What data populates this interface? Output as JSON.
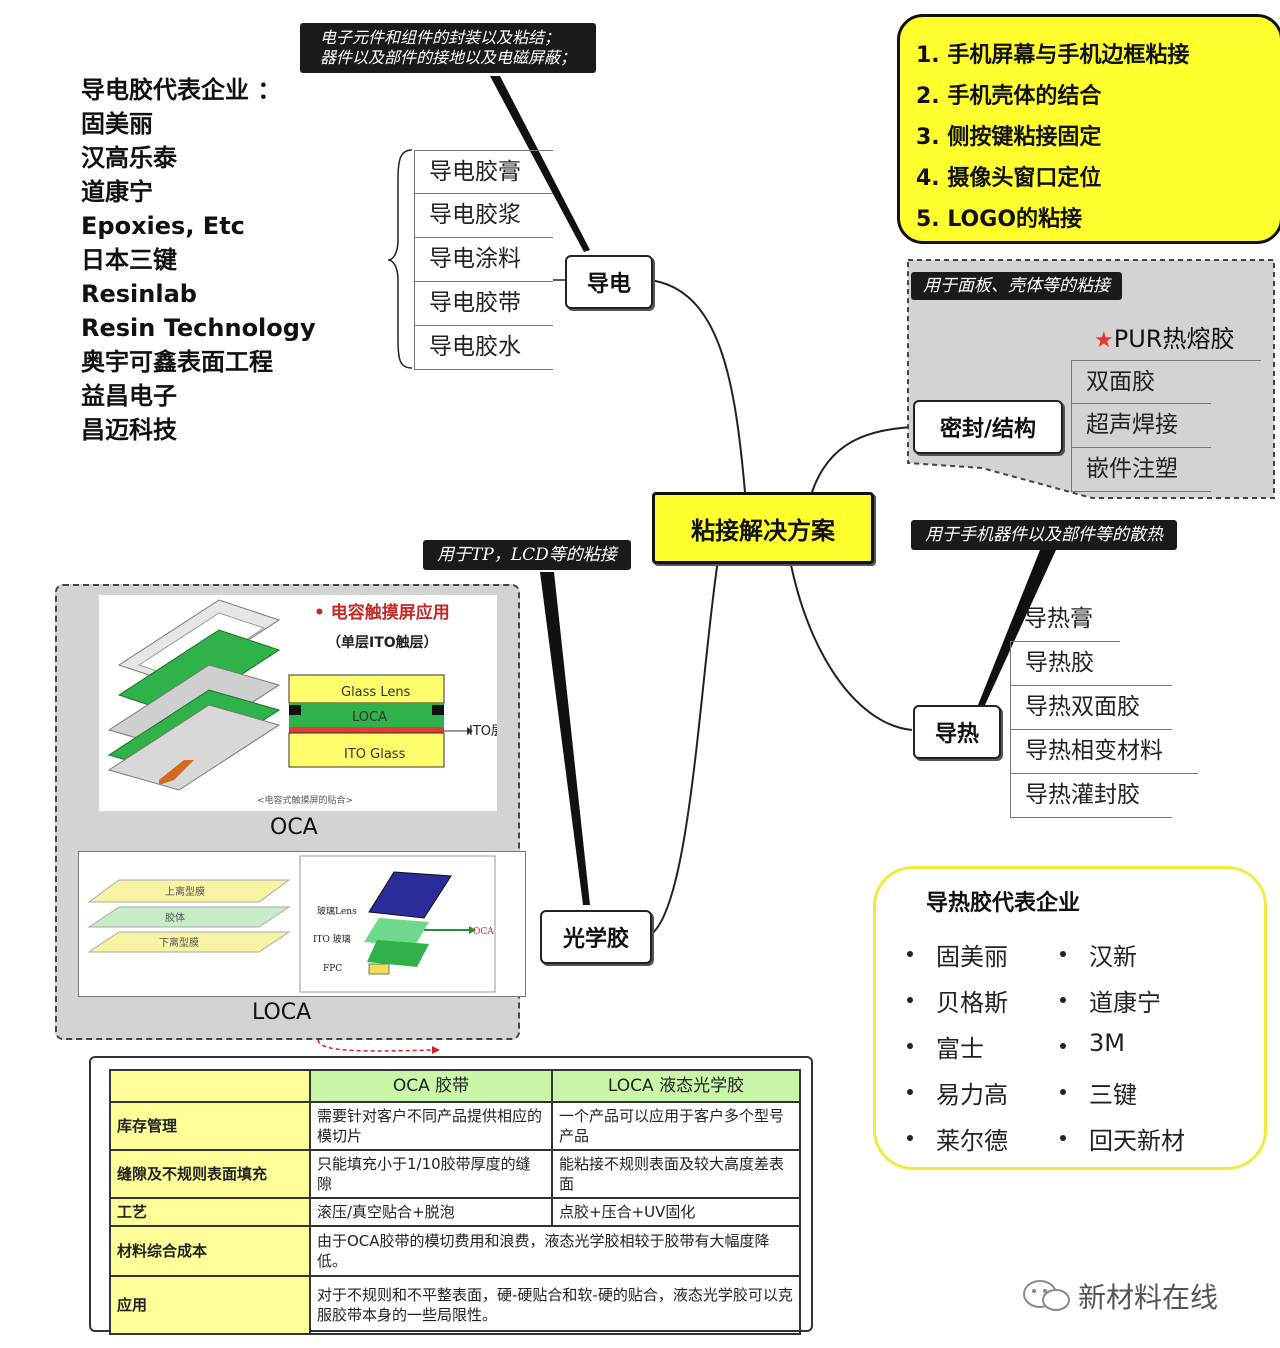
{
  "center": {
    "label": "粘接解决方案"
  },
  "conductive": {
    "label": "导电",
    "callout": [
      "电子元件和组件的封装以及粘结；",
      "器件以及部件的接地以及电磁屏蔽；"
    ],
    "items": [
      "导电胶膏",
      "导电胶浆",
      "导电涂料",
      "导电胶带",
      "导电胶水"
    ],
    "companies_title": "导电胶代表企业 ：",
    "companies": [
      "固美丽",
      "汉高乐泰",
      "道康宁",
      "Epoxies, Etc",
      "日本三键",
      "Resinlab",
      "Resin Technology",
      "奥宇可鑫表面工程",
      "益昌电子",
      "昌迈科技"
    ]
  },
  "seal": {
    "label": "密封/结构",
    "callout": "用于面板、壳体等的粘接",
    "items": [
      "PUR热熔胶",
      "双面胶",
      "超声焊接",
      "嵌件注塑"
    ],
    "applications": [
      "1. 手机屏幕与手机边框粘接",
      "2. 手机壳体的结合",
      "3. 侧按键粘接固定",
      "4. 摄像头窗口定位",
      "5. LOGO的粘接"
    ]
  },
  "thermal": {
    "label": "导热",
    "callout": "用于手机器件以及部件等的散热",
    "items": [
      "导热膏",
      "导热胶",
      "导热双面胶",
      "导热相变材料",
      "导热灌封胶"
    ],
    "companies_title": "导热胶代表企业",
    "companies_left": [
      "固美丽",
      "贝格斯",
      "富士",
      "易力高",
      "莱尔德"
    ],
    "companies_right": [
      "汉新",
      "道康宁",
      "3M",
      "三键",
      "回天新材"
    ]
  },
  "optical": {
    "label": "光学胶",
    "callout": "用于TP，LCD等的粘接",
    "oca_caption": "OCA",
    "loca_caption": "LOCA",
    "oca_figure": {
      "title": "• 电容触摸屏应用",
      "subtitle": "（单层ITO触层）",
      "layers": [
        "Glass Lens",
        "LOCA",
        "ITO Glass"
      ],
      "side_label": "ITO层",
      "footer": "<电容式触摸屏的贴合>"
    },
    "loca_figure": {
      "left_layers": [
        "上离型膜",
        "胶体",
        "下离型膜"
      ],
      "right_labels": [
        "玻璃Lens",
        "ITO 玻璃",
        "FPC"
      ],
      "arrow_label": "OCA"
    }
  },
  "comparison": {
    "headers": [
      "",
      "OCA 胶带",
      "LOCA 液态光学胶"
    ],
    "rows": [
      {
        "label": "库存管理",
        "oca": "需要针对客户不同产品提供相应的模切片",
        "loca": "一个产品可以应用于客户多个型号产品"
      },
      {
        "label": "缝隙及不规则表面填充",
        "oca": "只能填充小于1/10胶带厚度的缝隙",
        "loca": "能粘接不规则表面及较大高度差表面"
      },
      {
        "label": "工艺",
        "oca": "滚压/真空贴合+脱泡",
        "loca": "点胶+压合+UV固化"
      },
      {
        "label": "材料综合成本",
        "merged": "由于OCA胶带的模切费用和浪费，液态光学胶相较于胶带有大幅度降低。"
      },
      {
        "label": "应用",
        "merged": "对于不规则和不平整表面，硬-硬贴合和软-硬的贴合，液态光学胶可以克服胶带本身的一些局限性。"
      }
    ]
  },
  "watermark": {
    "brand": "新材料在线"
  },
  "colors": {
    "yellow": "#ffff2e",
    "thermal_border": "#f1ea3c",
    "table_header": "#c8f5a8",
    "table_label": "#ffff99",
    "star": "#e8362e"
  }
}
